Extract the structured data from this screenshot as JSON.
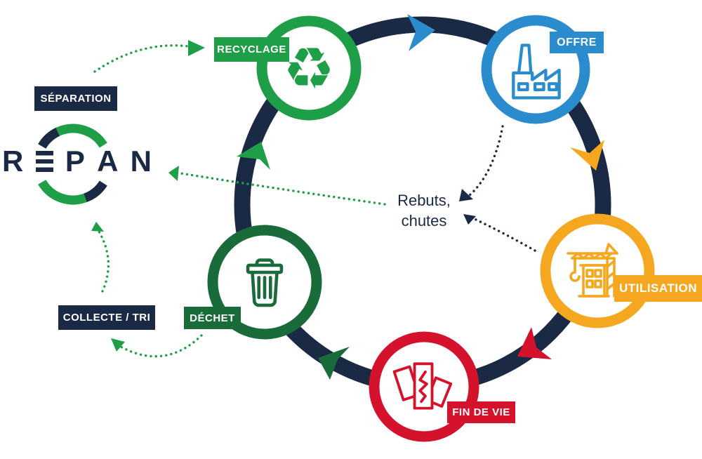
{
  "logo": {
    "name": "REPAN",
    "letters": [
      "R",
      "E",
      "P",
      "A",
      "N"
    ]
  },
  "center_note": "Rebuts,\nchutes",
  "cycle_nodes": [
    {
      "id": "recyclage",
      "label": "RECYCLAGE",
      "color": "#1f9e48",
      "icon": "recycle-icon"
    },
    {
      "id": "offre",
      "label": "OFFRE",
      "color": "#2b8ccd",
      "icon": "factory-icon"
    },
    {
      "id": "utilisation",
      "label": "UTILISATION",
      "color": "#f5a81f",
      "icon": "crane-building-icon"
    },
    {
      "id": "fin_de_vie",
      "label": "FIN DE VIE",
      "color": "#d5122b",
      "icon": "broken-panel-icon"
    },
    {
      "id": "dechet",
      "label": "DÉCHET",
      "color": "#1a6b3a",
      "icon": "trash-bin-icon"
    }
  ],
  "process_labels": [
    {
      "id": "separation",
      "label": "SÉPARATION",
      "color": "#1b2a44"
    },
    {
      "id": "collecte_tri",
      "label": "COLLECTE / TRI",
      "color": "#1b2a44"
    }
  ],
  "glyphs": {
    "recycle": "♻"
  },
  "colors": {
    "navy": "#1b2a44",
    "green": "#1f9e48",
    "dark_green": "#1a6b3a",
    "blue": "#2b8ccd",
    "orange": "#f5a81f",
    "red": "#d5122b",
    "background": "#ffffff"
  }
}
